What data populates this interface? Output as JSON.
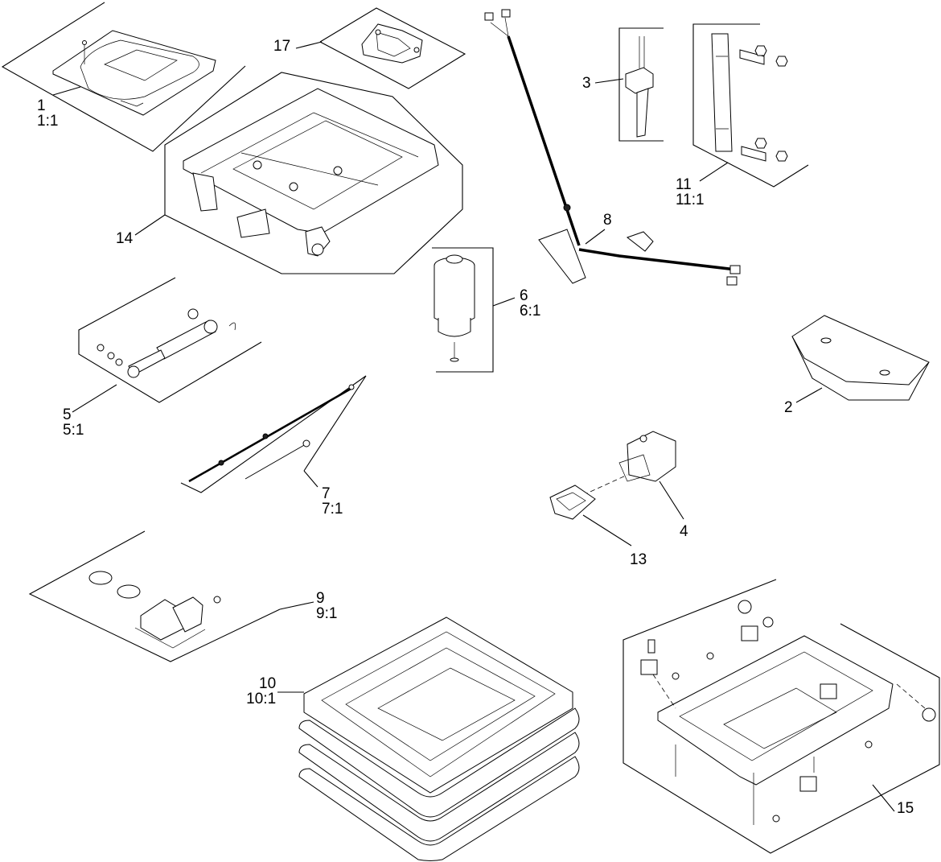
{
  "callouts": {
    "c1": {
      "line1": "1",
      "line2": "1:1"
    },
    "c17": {
      "line1": "17"
    },
    "c3": {
      "line1": "3"
    },
    "c11": {
      "line1": "11",
      "line2": "11:1"
    },
    "c14": {
      "line1": "14"
    },
    "c8": {
      "line1": "8"
    },
    "c6": {
      "line1": "6",
      "line2": "6:1"
    },
    "c2": {
      "line1": "2"
    },
    "c5": {
      "line1": "5",
      "line2": "5:1"
    },
    "c7": {
      "line1": "7",
      "line2": "7:1"
    },
    "c4": {
      "line1": "4"
    },
    "c13": {
      "line1": "13"
    },
    "c9": {
      "line1": "9",
      "line2": "9:1"
    },
    "c10": {
      "line1": "10",
      "line2": "10:1"
    },
    "c15": {
      "line1": "15"
    }
  }
}
